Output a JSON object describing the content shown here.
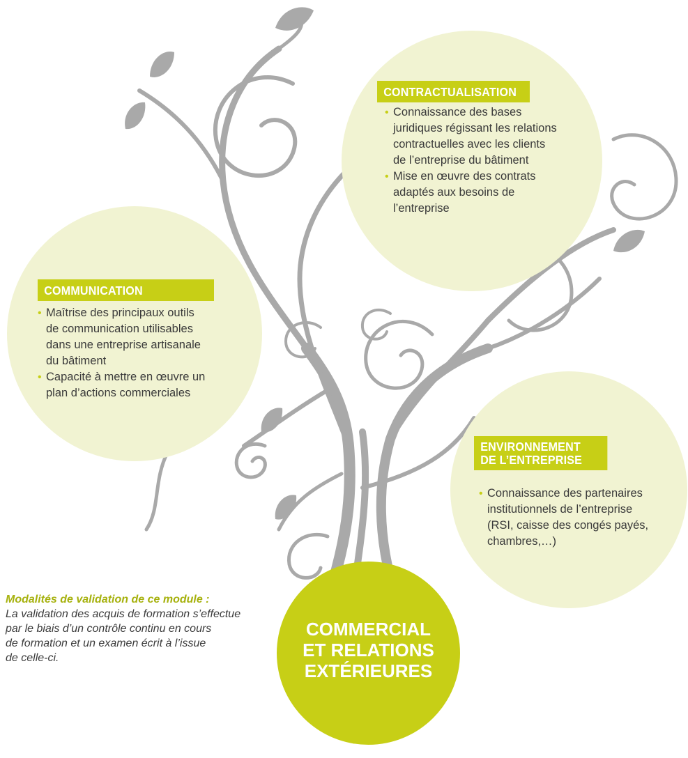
{
  "colors": {
    "accent": "#c7cf16",
    "circle_fill": "#f1f3d2",
    "branch": "#a9a9a9",
    "text": "#3a3a3a"
  },
  "contractualisation": {
    "heading": "CONTRACTUALISATION",
    "items": [
      [
        "Connaissance des bases",
        "juridiques régissant les relations",
        "contractuelles avec les clients",
        "de l’entreprise du bâtiment"
      ],
      [
        "Mise en œuvre des contrats",
        "adaptés aux besoins de",
        "l’entreprise"
      ]
    ]
  },
  "communication": {
    "heading": "COMMUNICATION",
    "items": [
      [
        "Maîtrise des principaux outils",
        "de communication utilisables",
        "dans une entreprise artisanale",
        "du bâtiment"
      ],
      [
        "Capacité à mettre en œuvre un",
        "plan d’actions commerciales"
      ]
    ]
  },
  "environnement": {
    "heading": [
      "ENVIRONNEMENT",
      "DE L’ENTREPRISE"
    ],
    "items": [
      [
        "Connaissance des partenaires",
        "institutionnels de l’entreprise",
        "(RSI, caisse des congés payés,",
        "chambres,…)"
      ]
    ]
  },
  "root": {
    "title": [
      "COMMERCIAL",
      "ET RELATIONS",
      "EXTÉRIEURES"
    ]
  },
  "validation": {
    "title": "Modalités de validation de ce module :",
    "lines": [
      "La validation des acquis de formation s’effectue",
      "par le biais d’un contrôle continu en cours",
      "de formation et un examen écrit à l’issue",
      "de celle-ci."
    ]
  }
}
